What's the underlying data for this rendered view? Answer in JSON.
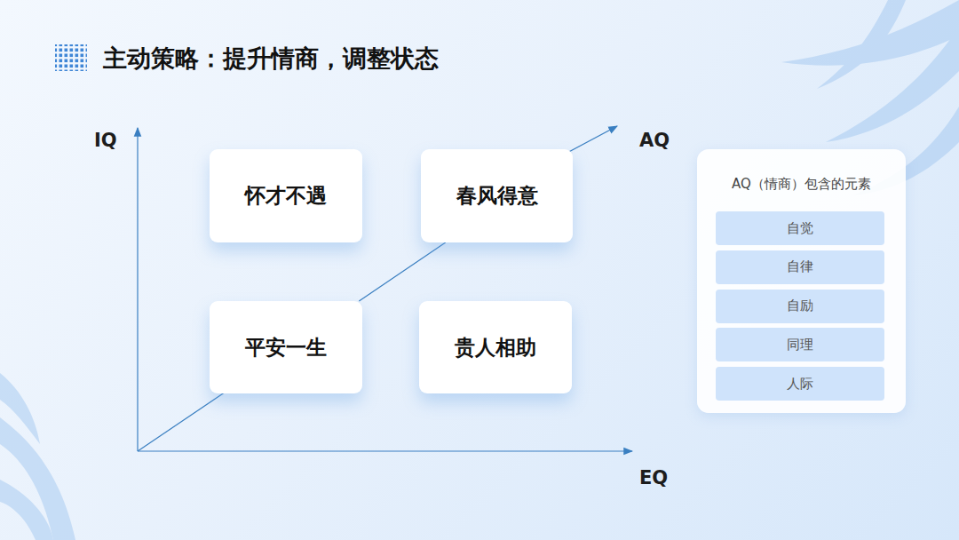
{
  "diagram": {
    "title": "主动策略：提升情商，调整状态",
    "nodes": [
      {
        "text": [
          "怀才不遇"
        ]
      },
      {
        "text": [
          "春风得意"
        ]
      },
      {
        "text": [
          "平安一生"
        ]
      },
      {
        "text": [
          "贵人相助"
        ]
      },
      {
        "text": [
          "AQ（情商）包含的元素"
        ]
      },
      {
        "text": [
          "自觉"
        ],
        "in": 4
      },
      {
        "text": [
          "自律"
        ],
        "in": 4
      },
      {
        "text": [
          "自励"
        ],
        "in": 4
      },
      {
        "text": [
          "同理"
        ],
        "in": 4
      },
      {
        "text": [
          "人际"
        ],
        "in": 4
      }
    ],
    "edges": [
      {
        "from": 2,
        "to": 1,
        "arrow": "none"
      }
    ],
    "labels": [
      "IQ",
      "AQ",
      "EQ"
    ]
  }
}
